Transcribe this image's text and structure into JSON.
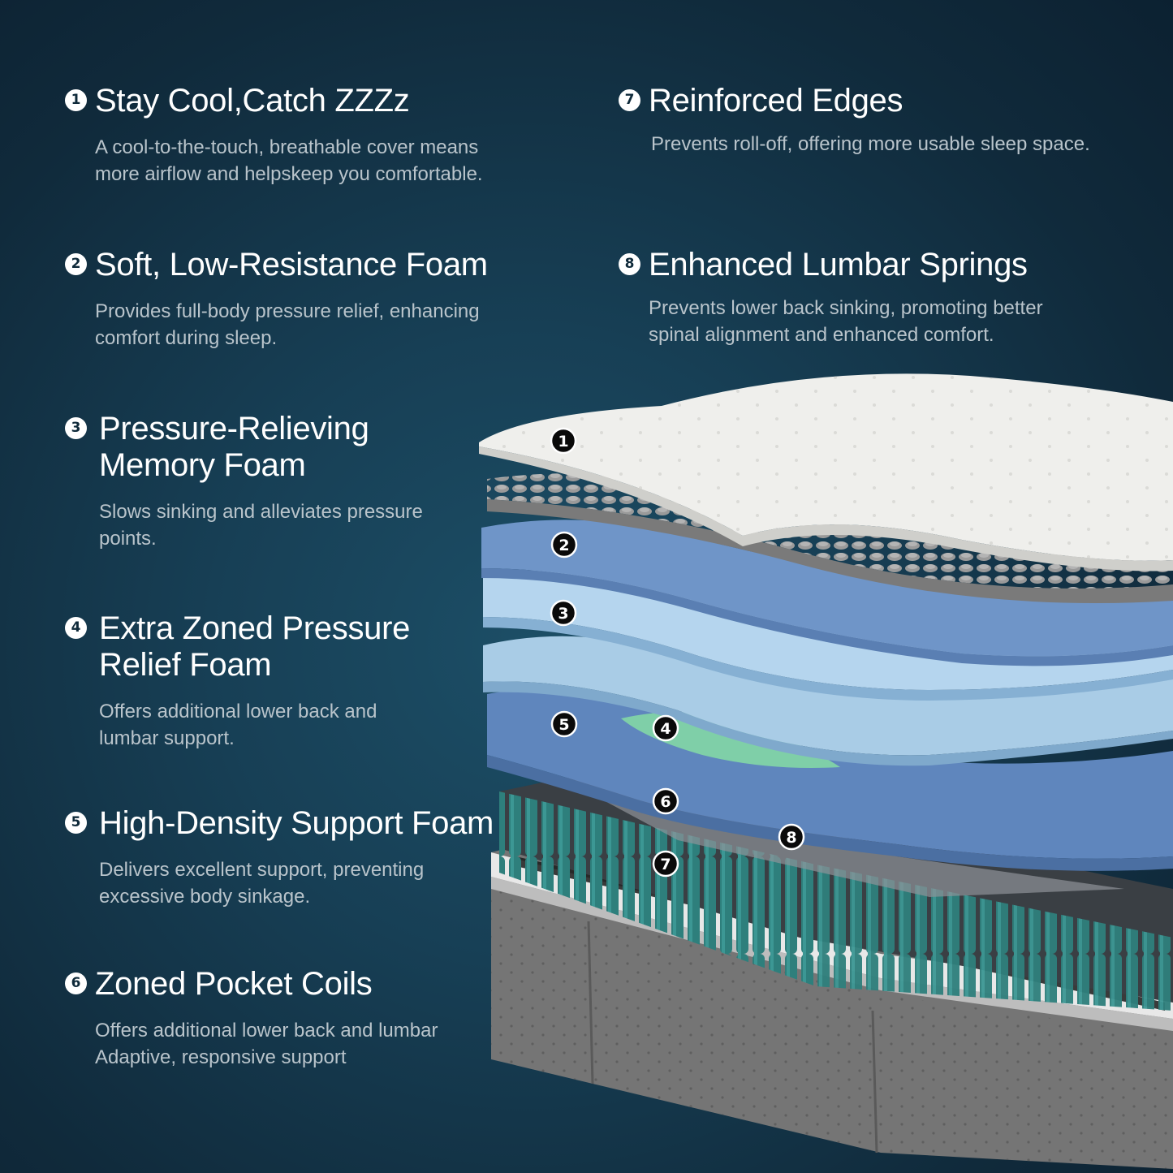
{
  "features": [
    {
      "num": "1",
      "title": "Stay Cool,Catch ZZZz",
      "desc": "A cool-to-the-touch, breathable cover means more airflow and helpskeep you comfortable."
    },
    {
      "num": "2",
      "title": "Soft, Low-Resistance Foam",
      "desc": "Provides full-body pressure relief, enhancing comfort during sleep."
    },
    {
      "num": "3",
      "title": "Pressure-Relieving Memory Foam",
      "desc": "Slows sinking and alleviates pressure points."
    },
    {
      "num": "4",
      "title": "Extra Zoned Pressure Relief Foam",
      "desc": "Offers additional lower back and lumbar support."
    },
    {
      "num": "5",
      "title": "High-Density Support Foam",
      "desc": "Delivers excellent support, preventing excessive body sinkage."
    },
    {
      "num": "6",
      "title": "Zoned Pocket Coils",
      "desc": "Offers additional lower back and lumbar Adaptive, responsive support"
    },
    {
      "num": "7",
      "title": "Reinforced Edges",
      "desc": "Prevents roll-off, offering more usable sleep space."
    },
    {
      "num": "8",
      "title": "Enhanced Lumbar Springs",
      "desc": "Prevents lower back sinking, promoting better spinal alignment and enhanced comfort."
    }
  ],
  "layer_badges": [
    "1",
    "2",
    "3",
    "4",
    "5",
    "6",
    "7",
    "8"
  ],
  "colors": {
    "background": "#153b50",
    "cover": "#efefec",
    "egg_crate": "#8a8a8a",
    "foam_blue": "#6f95c8",
    "foam_light": "#a9cce6",
    "foam_green": "#7fcfa8",
    "coils": "#2e7f7c",
    "base": "#7c7c7c"
  }
}
